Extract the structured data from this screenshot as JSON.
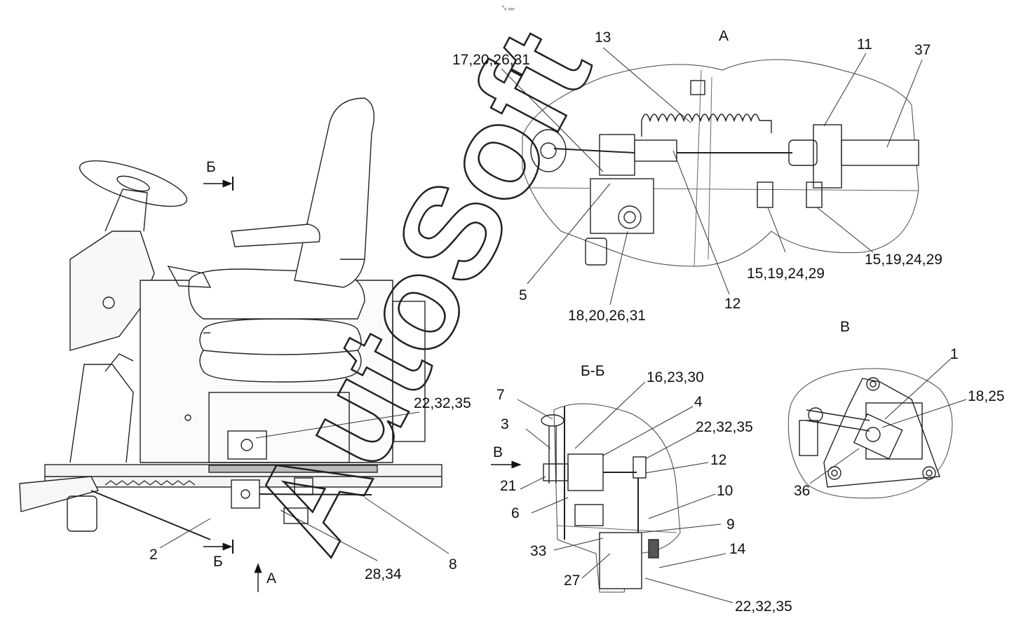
{
  "top_mark": "°ₒ ₒₒₒ",
  "watermark": "AutoSoft",
  "views": {
    "main": {
      "section_mark": "Б",
      "view_mark": "А"
    },
    "a": {
      "title": "А"
    },
    "bb": {
      "title": "Б-Б",
      "arrow_label": "В"
    },
    "v": {
      "title": "В"
    }
  },
  "callouts": {
    "main": [
      "22,32,35",
      "2",
      "28,34",
      "8"
    ],
    "a": [
      "13",
      "17,20,26,31",
      "11",
      "37",
      "5",
      "18,20,26,31",
      "12",
      "15,19,24,29",
      "15,19,24,29"
    ],
    "bb": [
      "7",
      "16,23,30",
      "4",
      "22,32,35",
      "3",
      "12",
      "21",
      "10",
      "6",
      "9",
      "33",
      "14",
      "27",
      "22,32,35"
    ],
    "v": [
      "1",
      "18,25",
      "36"
    ]
  }
}
